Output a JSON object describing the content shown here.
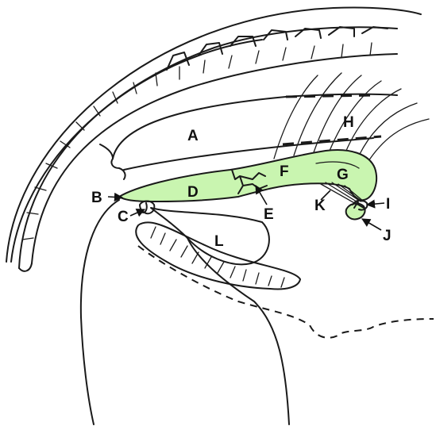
{
  "labels": {
    "A": "A",
    "B": "B",
    "C": "C",
    "D": "D",
    "E": "E",
    "F": "F",
    "G": "G",
    "H": "H",
    "I": "I",
    "J": "J",
    "K": "K",
    "L": "L"
  },
  "colors": {
    "highlight": "#c9f5b0",
    "line": "#1a1a1a",
    "background": "#ffffff"
  }
}
